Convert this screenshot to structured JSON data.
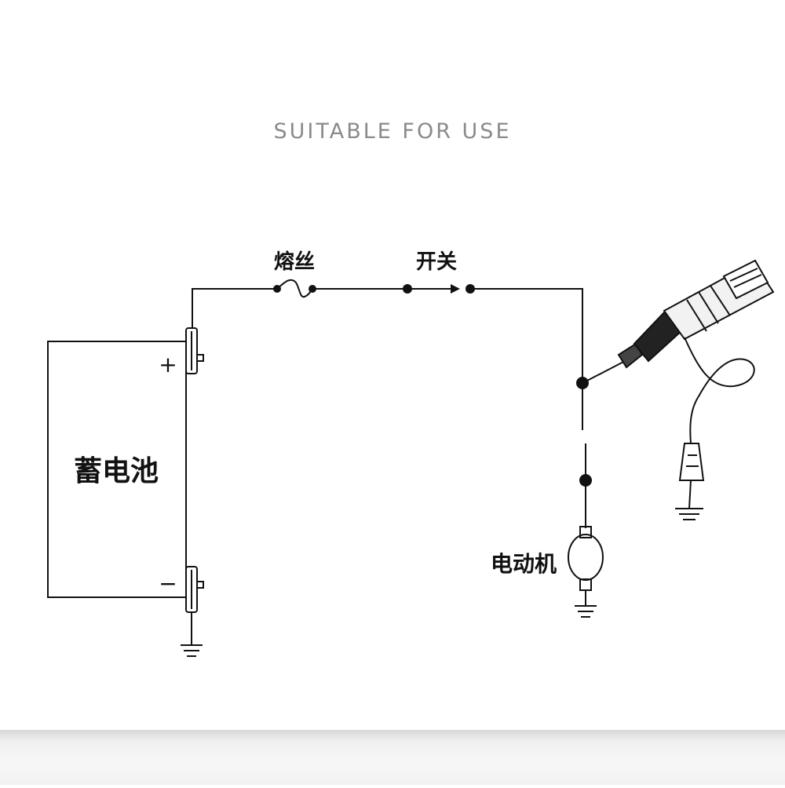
{
  "heading": "SUITABLE FOR USE",
  "labels": {
    "fuse": "熔丝",
    "switch": "开关",
    "battery": "蓄电池",
    "motor": "电动机",
    "plus": "+",
    "minus": "−"
  }
}
